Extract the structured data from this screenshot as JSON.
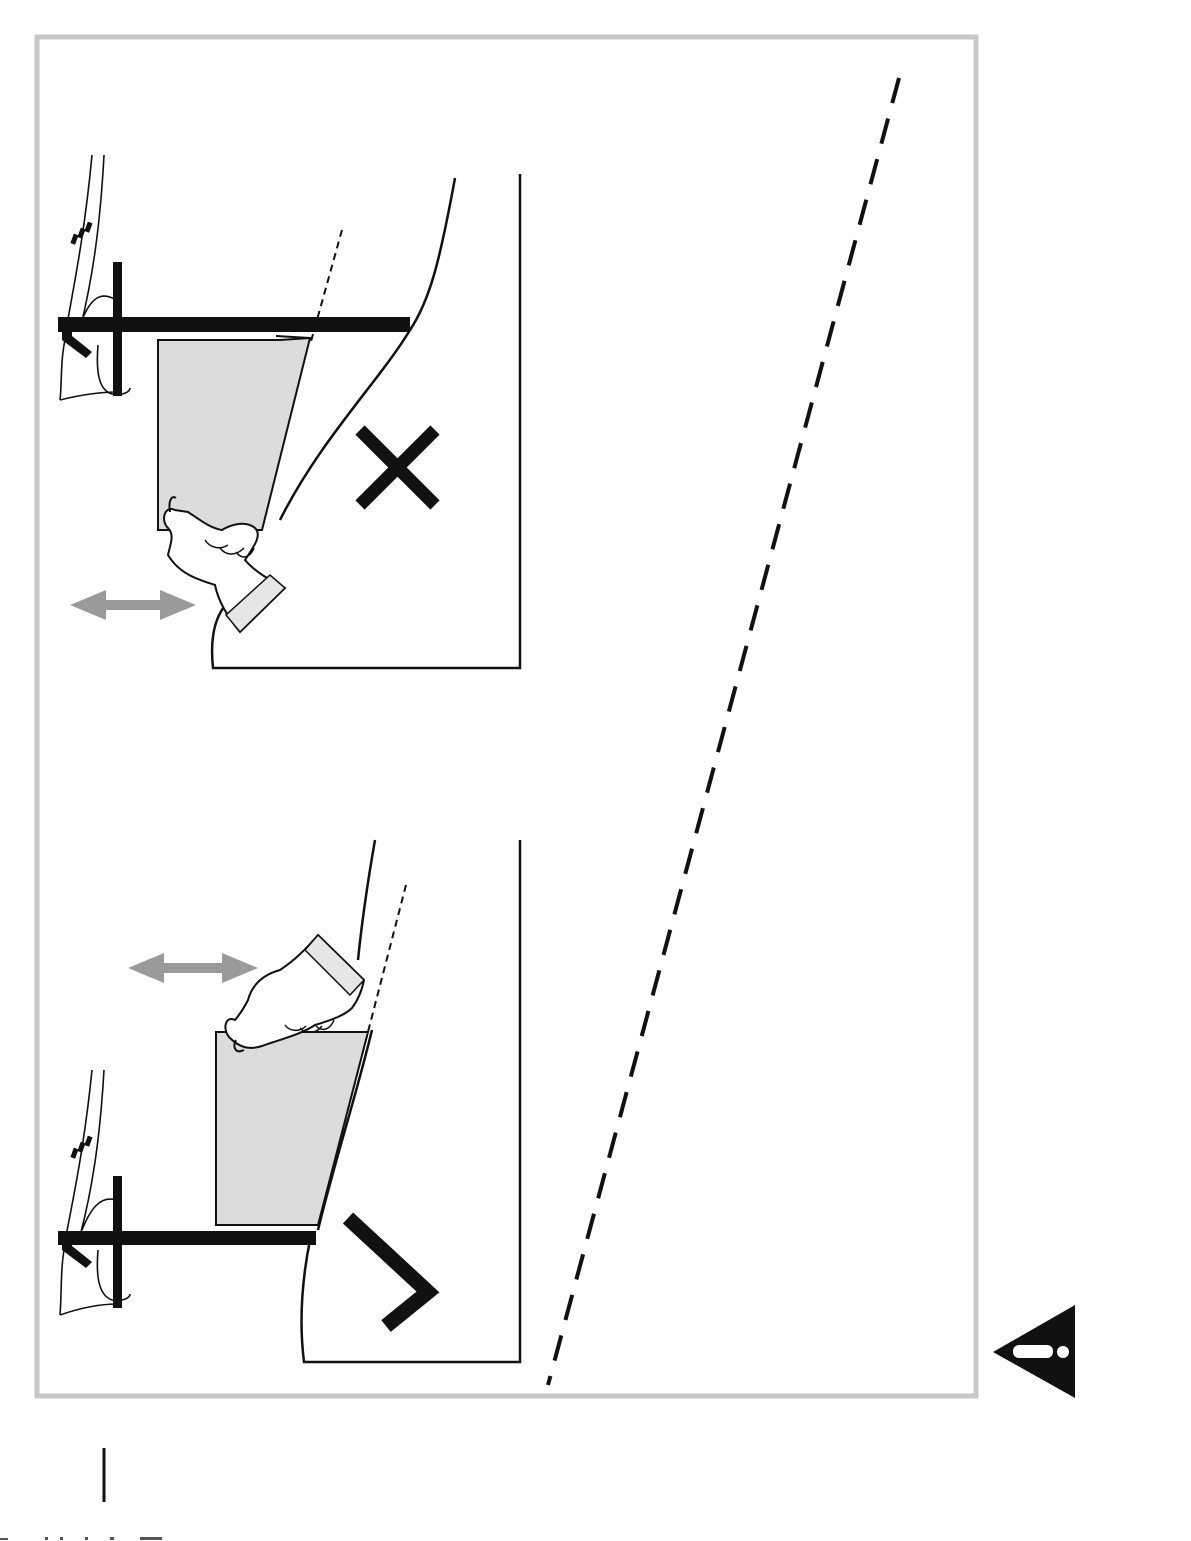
{
  "page": {
    "frame_color": "#c8c8c8",
    "paper_color": "#dcdcdc",
    "ink_color": "#111111",
    "arrow_color": "#9a9a9a"
  },
  "panels": [
    {
      "id": "incorrect",
      "verdict": "incorrect",
      "mark_icon": "cross-mark-icon",
      "motion_icon": "double-arrow-icon"
    },
    {
      "id": "correct",
      "verdict": "correct",
      "mark_icon": "check-mark-icon",
      "motion_icon": "double-arrow-icon"
    }
  ],
  "warning": {
    "icon": "warning-triangle-icon",
    "color": "#111111"
  }
}
